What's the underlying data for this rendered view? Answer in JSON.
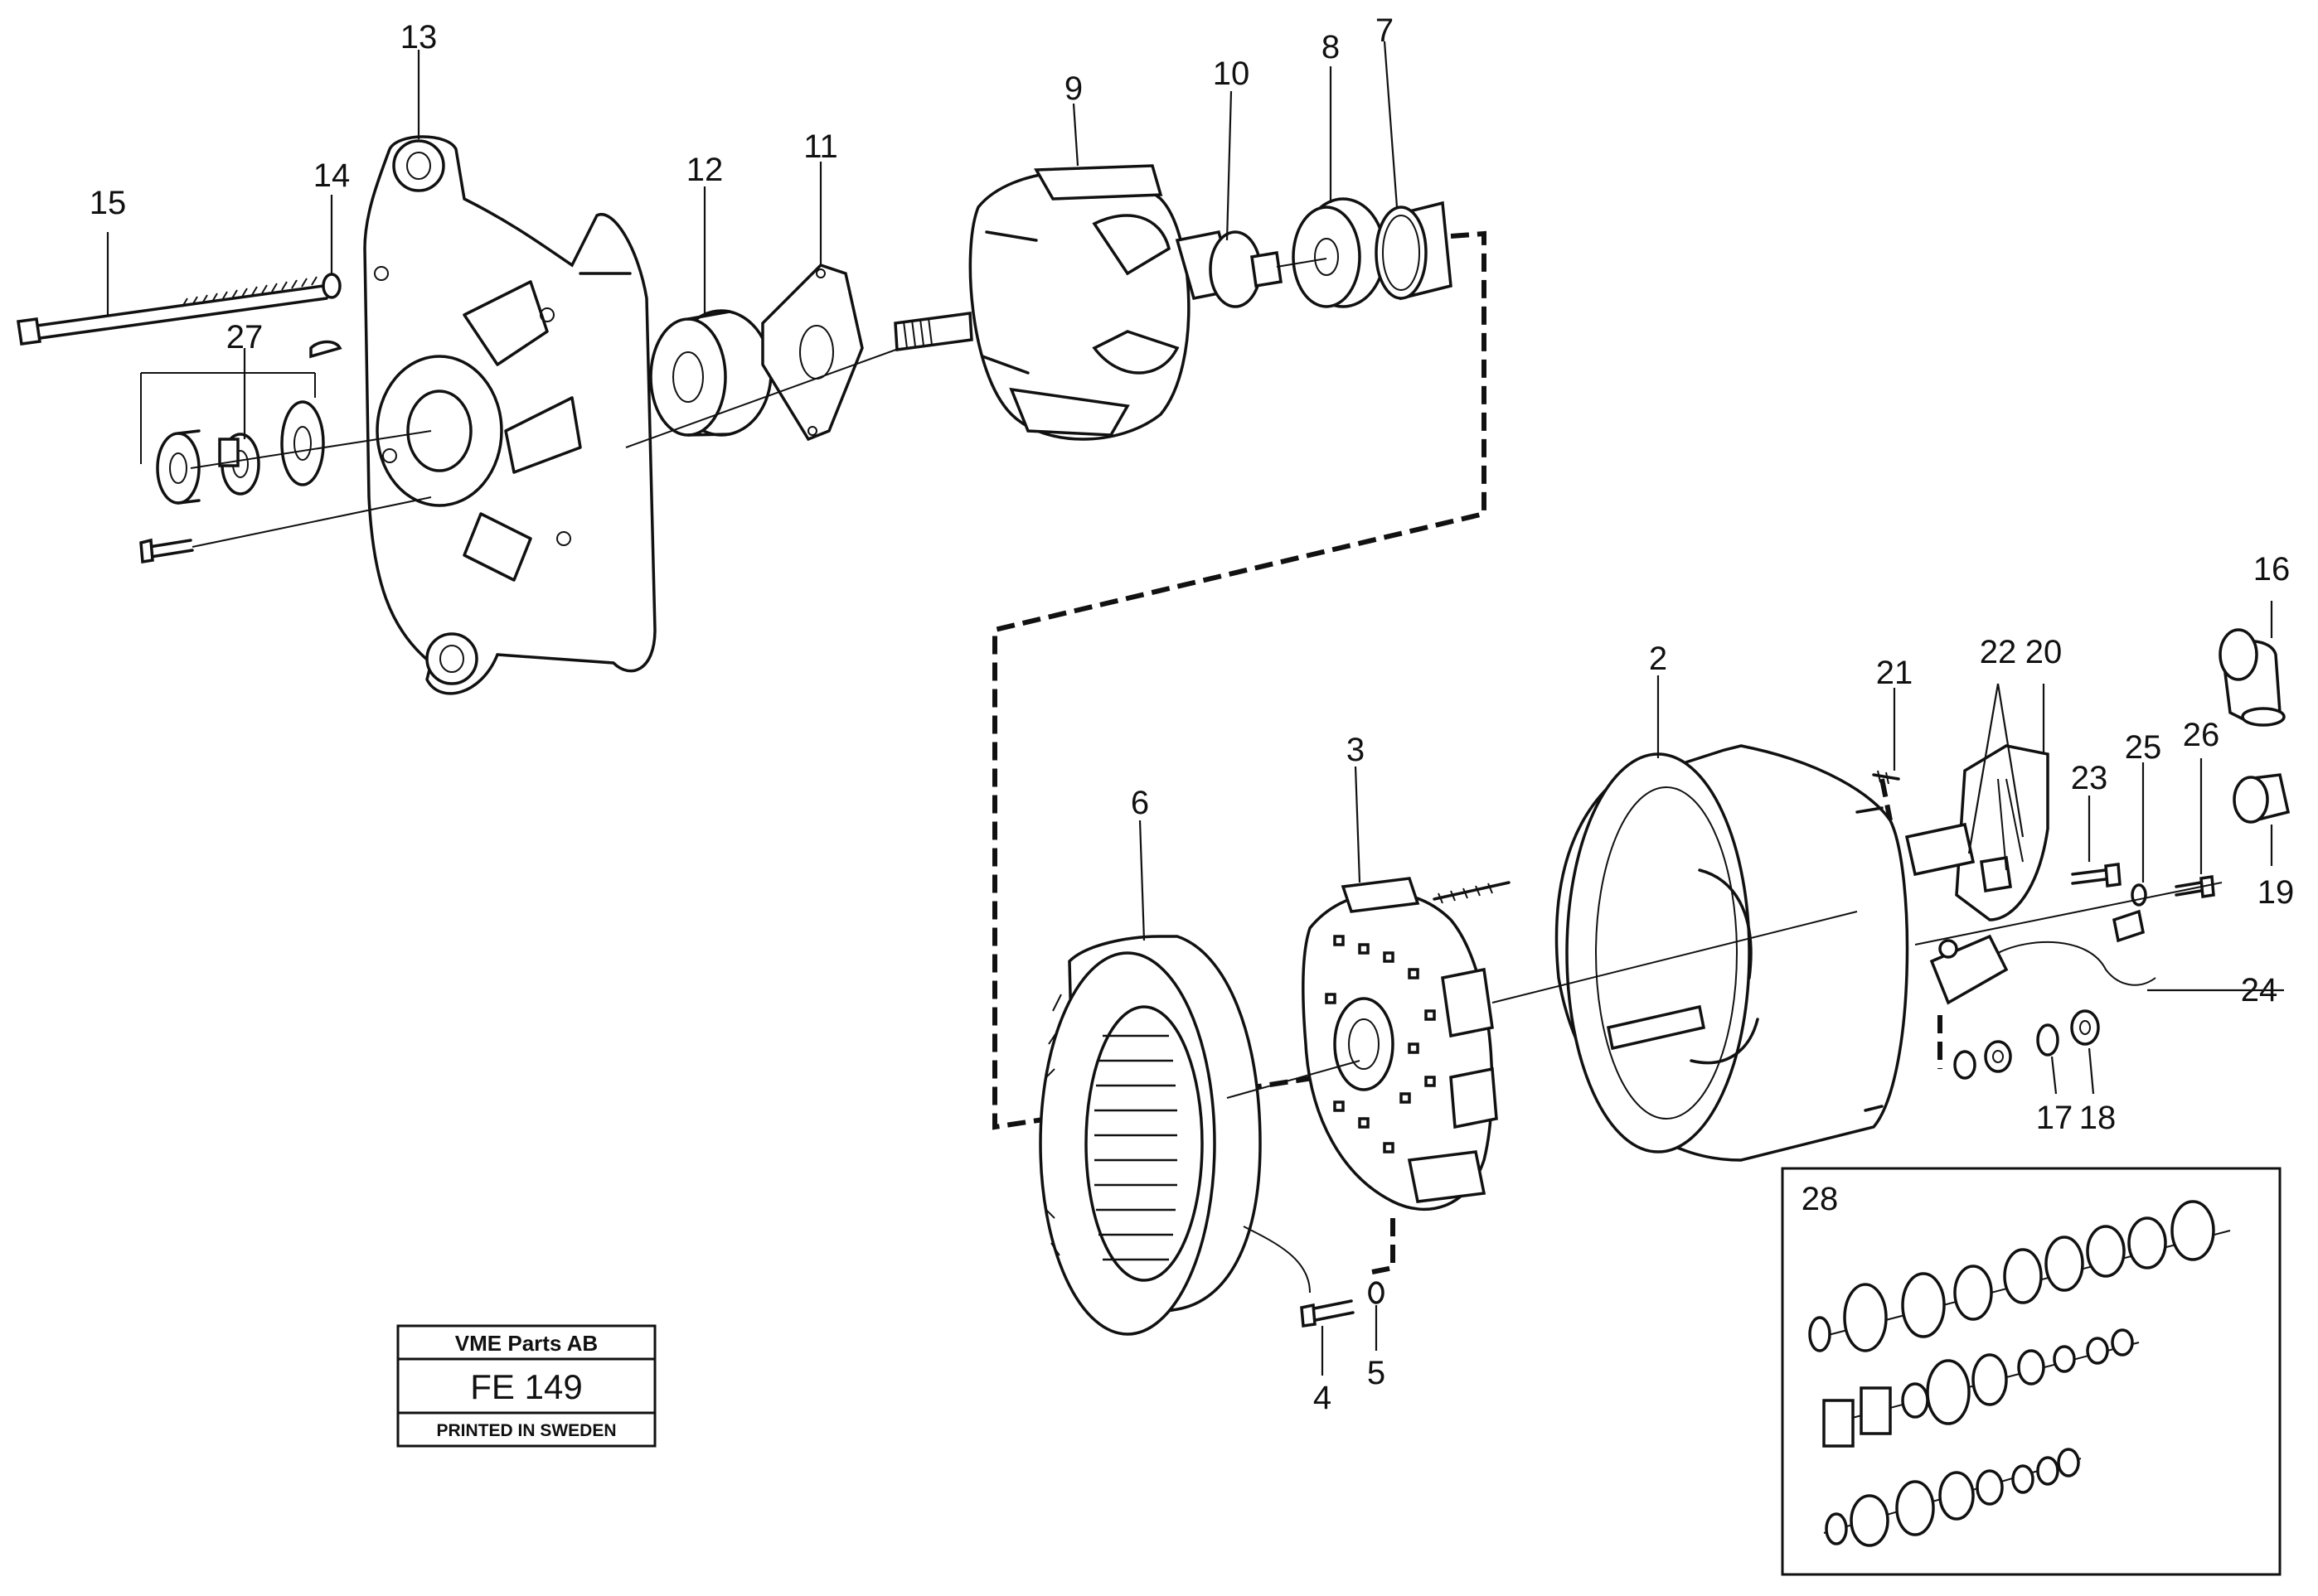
{
  "callouts": {
    "c2": "2",
    "c3": "3",
    "c4": "4",
    "c5": "5",
    "c6": "6",
    "c7": "7",
    "c8": "8",
    "c9": "9",
    "c10": "10",
    "c11": "11",
    "c12": "12",
    "c13": "13",
    "c14": "14",
    "c15": "15",
    "c16": "16",
    "c17": "17",
    "c18": "18",
    "c19": "19",
    "c20": "20",
    "c21": "21",
    "c22": "22",
    "c23": "23",
    "c24": "24",
    "c25": "25",
    "c26": "26",
    "c27": "27",
    "c28": "28"
  },
  "title_block": {
    "company": "VME Parts AB",
    "drawing_number": "FE 149",
    "footer": "PRINTED IN SWEDEN"
  }
}
